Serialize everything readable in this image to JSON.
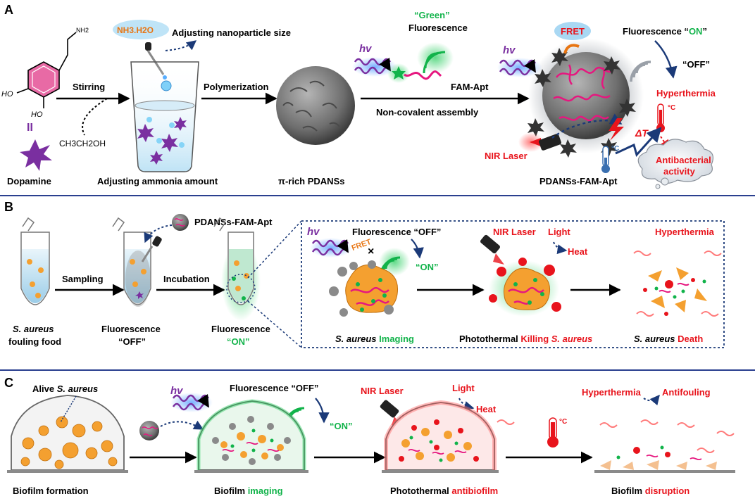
{
  "panels": {
    "a": {
      "letter": "A",
      "reagent_nh3": "NH3.H2O",
      "adjust_size": "Adjusting nanoparticle size",
      "stirring": "Stirring",
      "ethanol": "CH3CH2OH",
      "polymerization": "Polymerization",
      "green_word": "“Green”",
      "fluorescence": "Fluorescence",
      "hv1": "hv",
      "hv2": "hv",
      "fam_apt": "FAM-Apt",
      "non_covalent": "Non-covalent assembly",
      "fret": "FRET",
      "fluor_on_prefix": "Fluorescence “",
      "on_word": "ON",
      "on_suffix": "”",
      "off_label": "“OFF”",
      "hyperthermia": "Hyperthermia",
      "delta_t": "ΔT",
      "nir_laser": "NIR Laser",
      "celsius1": "°C",
      "celsius2": "°C",
      "antibacterial": "Antibacterial",
      "activity": "activity",
      "dopamine": "Dopamine",
      "adjust_ammonia": "Adjusting  ammonia amount",
      "pi_rich": "π-rich PDANSs",
      "pdanss_fam_apt": "PDANSs-FAM-Apt",
      "ho1": "HO",
      "ho2": "HO",
      "nh2": "NH2"
    },
    "b": {
      "letter": "B",
      "pdanss_label": "PDANSs-FAM-Apt",
      "sampling": "Sampling",
      "incubation": "Incubation",
      "s_aureus": "S. aureus",
      "fouling_food": "fouling food",
      "fluorescence_1": "Fluorescence",
      "off_1": "“OFF”",
      "fluorescence_2": "Fluorescence",
      "on_2": "“ON”",
      "hv": "hv",
      "fret": "FRET",
      "fluor_off": "Fluorescence “OFF”",
      "on_label": "“ON”",
      "nir_laser": "NIR Laser",
      "light": "Light",
      "heat": "Heat",
      "hyperthermia": "Hyperthermia",
      "cap1_italic": "S. aureus",
      "cap1_color": "Imaging",
      "cap2_black": "Photothermal",
      "cap2_red": "Killing",
      "cap2_red_italic": "S. aureus",
      "cap3_italic": "S. aureus",
      "cap3_red": "Death"
    },
    "c": {
      "letter": "C",
      "alive_prefix": "Alive",
      "alive_italic": "S. aureus",
      "hv": "hv",
      "fluor_off": "Fluorescence “OFF”",
      "on_label": "“ON”",
      "nir_laser": "NIR Laser",
      "light": "Light",
      "heat": "Heat",
      "celsius": "°C",
      "hyperthermia": "Hyperthermia",
      "antifouling": "Antifouling",
      "cap1": "Biofilm formation",
      "cap2_black": "Biofilm",
      "cap2_green": "imaging",
      "cap3_black": "Photothermal",
      "cap3_red": "antibiofilm",
      "cap4_black": "Biofilm",
      "cap4_red": "disruption"
    }
  },
  "colors": {
    "red": "#e8141c",
    "green": "#11b34a",
    "purple": "#7a2fa0",
    "navy": "#1b3a78",
    "orange": "#e87512",
    "divider": "#2a3f8f"
  }
}
